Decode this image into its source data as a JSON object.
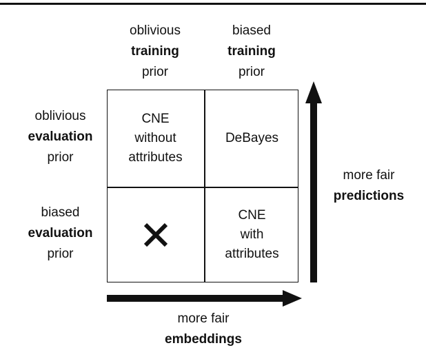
{
  "columns": [
    {
      "line1": "oblivious",
      "line2": "training",
      "line3": "prior"
    },
    {
      "line1": "biased",
      "line2": "training",
      "line3": "prior"
    }
  ],
  "rows": [
    {
      "line1": "oblivious",
      "line2": "evaluation",
      "line3": "prior"
    },
    {
      "line1": "biased",
      "line2": "evaluation",
      "line3": "prior"
    }
  ],
  "cells": {
    "top_left": {
      "line1": "CNE",
      "line2": "without",
      "line3": "attributes"
    },
    "top_right": {
      "line1": "DeBayes"
    },
    "bottom_left": {
      "icon": "cross-icon"
    },
    "bottom_right": {
      "line1": "CNE",
      "line2": "with",
      "line3": "attributes"
    }
  },
  "axes": {
    "vertical": {
      "line1": "more fair",
      "line2": "predictions"
    },
    "horizontal": {
      "line1": "more fair",
      "line2": "embeddings"
    }
  }
}
